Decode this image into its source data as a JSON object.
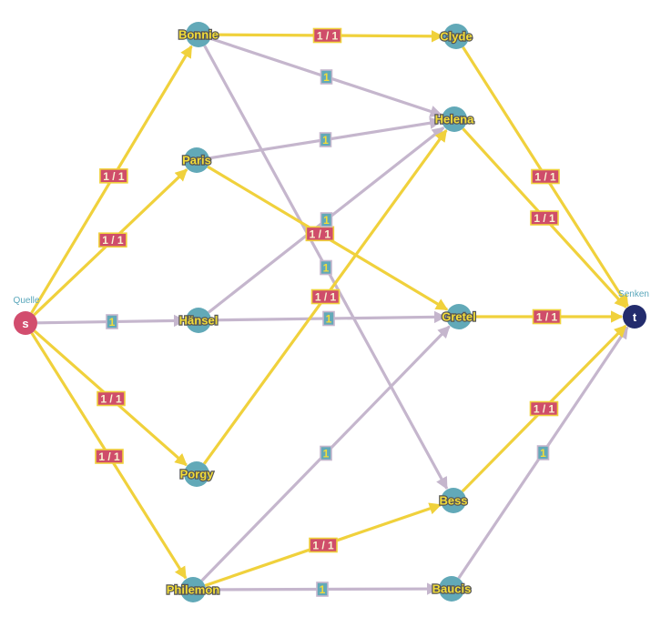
{
  "colors": {
    "flow": "#f0d13c",
    "residual": "#c5b6cd",
    "node": "#62a9b8",
    "source": "#d24d6e",
    "sink": "#232c6d",
    "node_label": "#f2dc38",
    "role_label": "#5aa7bb",
    "flow_label_fill": "#cf4d6a",
    "flow_label_stroke": "#f0d13c",
    "flow_label_text": "#f8f2d0",
    "cap_label_fill": "#62a9b8",
    "cap_label_stroke": "#c5b6cd",
    "cap_label_text": "#f2dc38"
  },
  "nodes": [
    {
      "id": "s",
      "label": "s",
      "type": "source",
      "role": "Quelle"
    },
    {
      "id": "t",
      "label": "t",
      "type": "sink",
      "role": "Senken"
    },
    {
      "id": "bonnie",
      "label": "Bonnie",
      "type": "node"
    },
    {
      "id": "paris",
      "label": "Paris",
      "type": "node"
    },
    {
      "id": "hansel",
      "label": "Hänsel",
      "type": "node"
    },
    {
      "id": "porgy",
      "label": "Porgy",
      "type": "node"
    },
    {
      "id": "philemon",
      "label": "Philemon",
      "type": "node"
    },
    {
      "id": "clyde",
      "label": "Clyde",
      "type": "node"
    },
    {
      "id": "helena",
      "label": "Helena",
      "type": "node"
    },
    {
      "id": "gretel",
      "label": "Gretel",
      "type": "node"
    },
    {
      "id": "bess",
      "label": "Bess",
      "type": "node"
    },
    {
      "id": "baucis",
      "label": "Baucis",
      "type": "node"
    }
  ],
  "edges": [
    {
      "from": "s",
      "to": "bonnie",
      "label": "1 / 1",
      "flow": true
    },
    {
      "from": "s",
      "to": "paris",
      "label": "1 / 1",
      "flow": true
    },
    {
      "from": "s",
      "to": "hansel",
      "label": "1",
      "flow": false
    },
    {
      "from": "s",
      "to": "porgy",
      "label": "1 / 1",
      "flow": true
    },
    {
      "from": "s",
      "to": "philemon",
      "label": "1 / 1",
      "flow": true
    },
    {
      "from": "bonnie",
      "to": "clyde",
      "label": "1 / 1",
      "flow": true
    },
    {
      "from": "bonnie",
      "to": "helena",
      "label": "1",
      "flow": false
    },
    {
      "from": "bonnie",
      "to": "bess",
      "label": "1",
      "flow": false
    },
    {
      "from": "paris",
      "to": "helena",
      "label": "1",
      "flow": false
    },
    {
      "from": "paris",
      "to": "gretel",
      "label": "1 / 1",
      "flow": true
    },
    {
      "from": "hansel",
      "to": "helena",
      "label": "1",
      "flow": false
    },
    {
      "from": "hansel",
      "to": "gretel",
      "label": "1",
      "flow": false
    },
    {
      "from": "porgy",
      "to": "helena",
      "label": "1 / 1",
      "flow": true
    },
    {
      "from": "philemon",
      "to": "gretel",
      "label": "1",
      "flow": false
    },
    {
      "from": "philemon",
      "to": "bess",
      "label": "1 / 1",
      "flow": true
    },
    {
      "from": "philemon",
      "to": "baucis",
      "label": "1",
      "flow": false
    },
    {
      "from": "clyde",
      "to": "t",
      "label": "1 / 1",
      "flow": true
    },
    {
      "from": "helena",
      "to": "t",
      "label": "1 / 1",
      "flow": true
    },
    {
      "from": "gretel",
      "to": "t",
      "label": "1 / 1",
      "flow": true
    },
    {
      "from": "bess",
      "to": "t",
      "label": "1 / 1",
      "flow": true
    },
    {
      "from": "baucis",
      "to": "t",
      "label": "1",
      "flow": false
    }
  ]
}
